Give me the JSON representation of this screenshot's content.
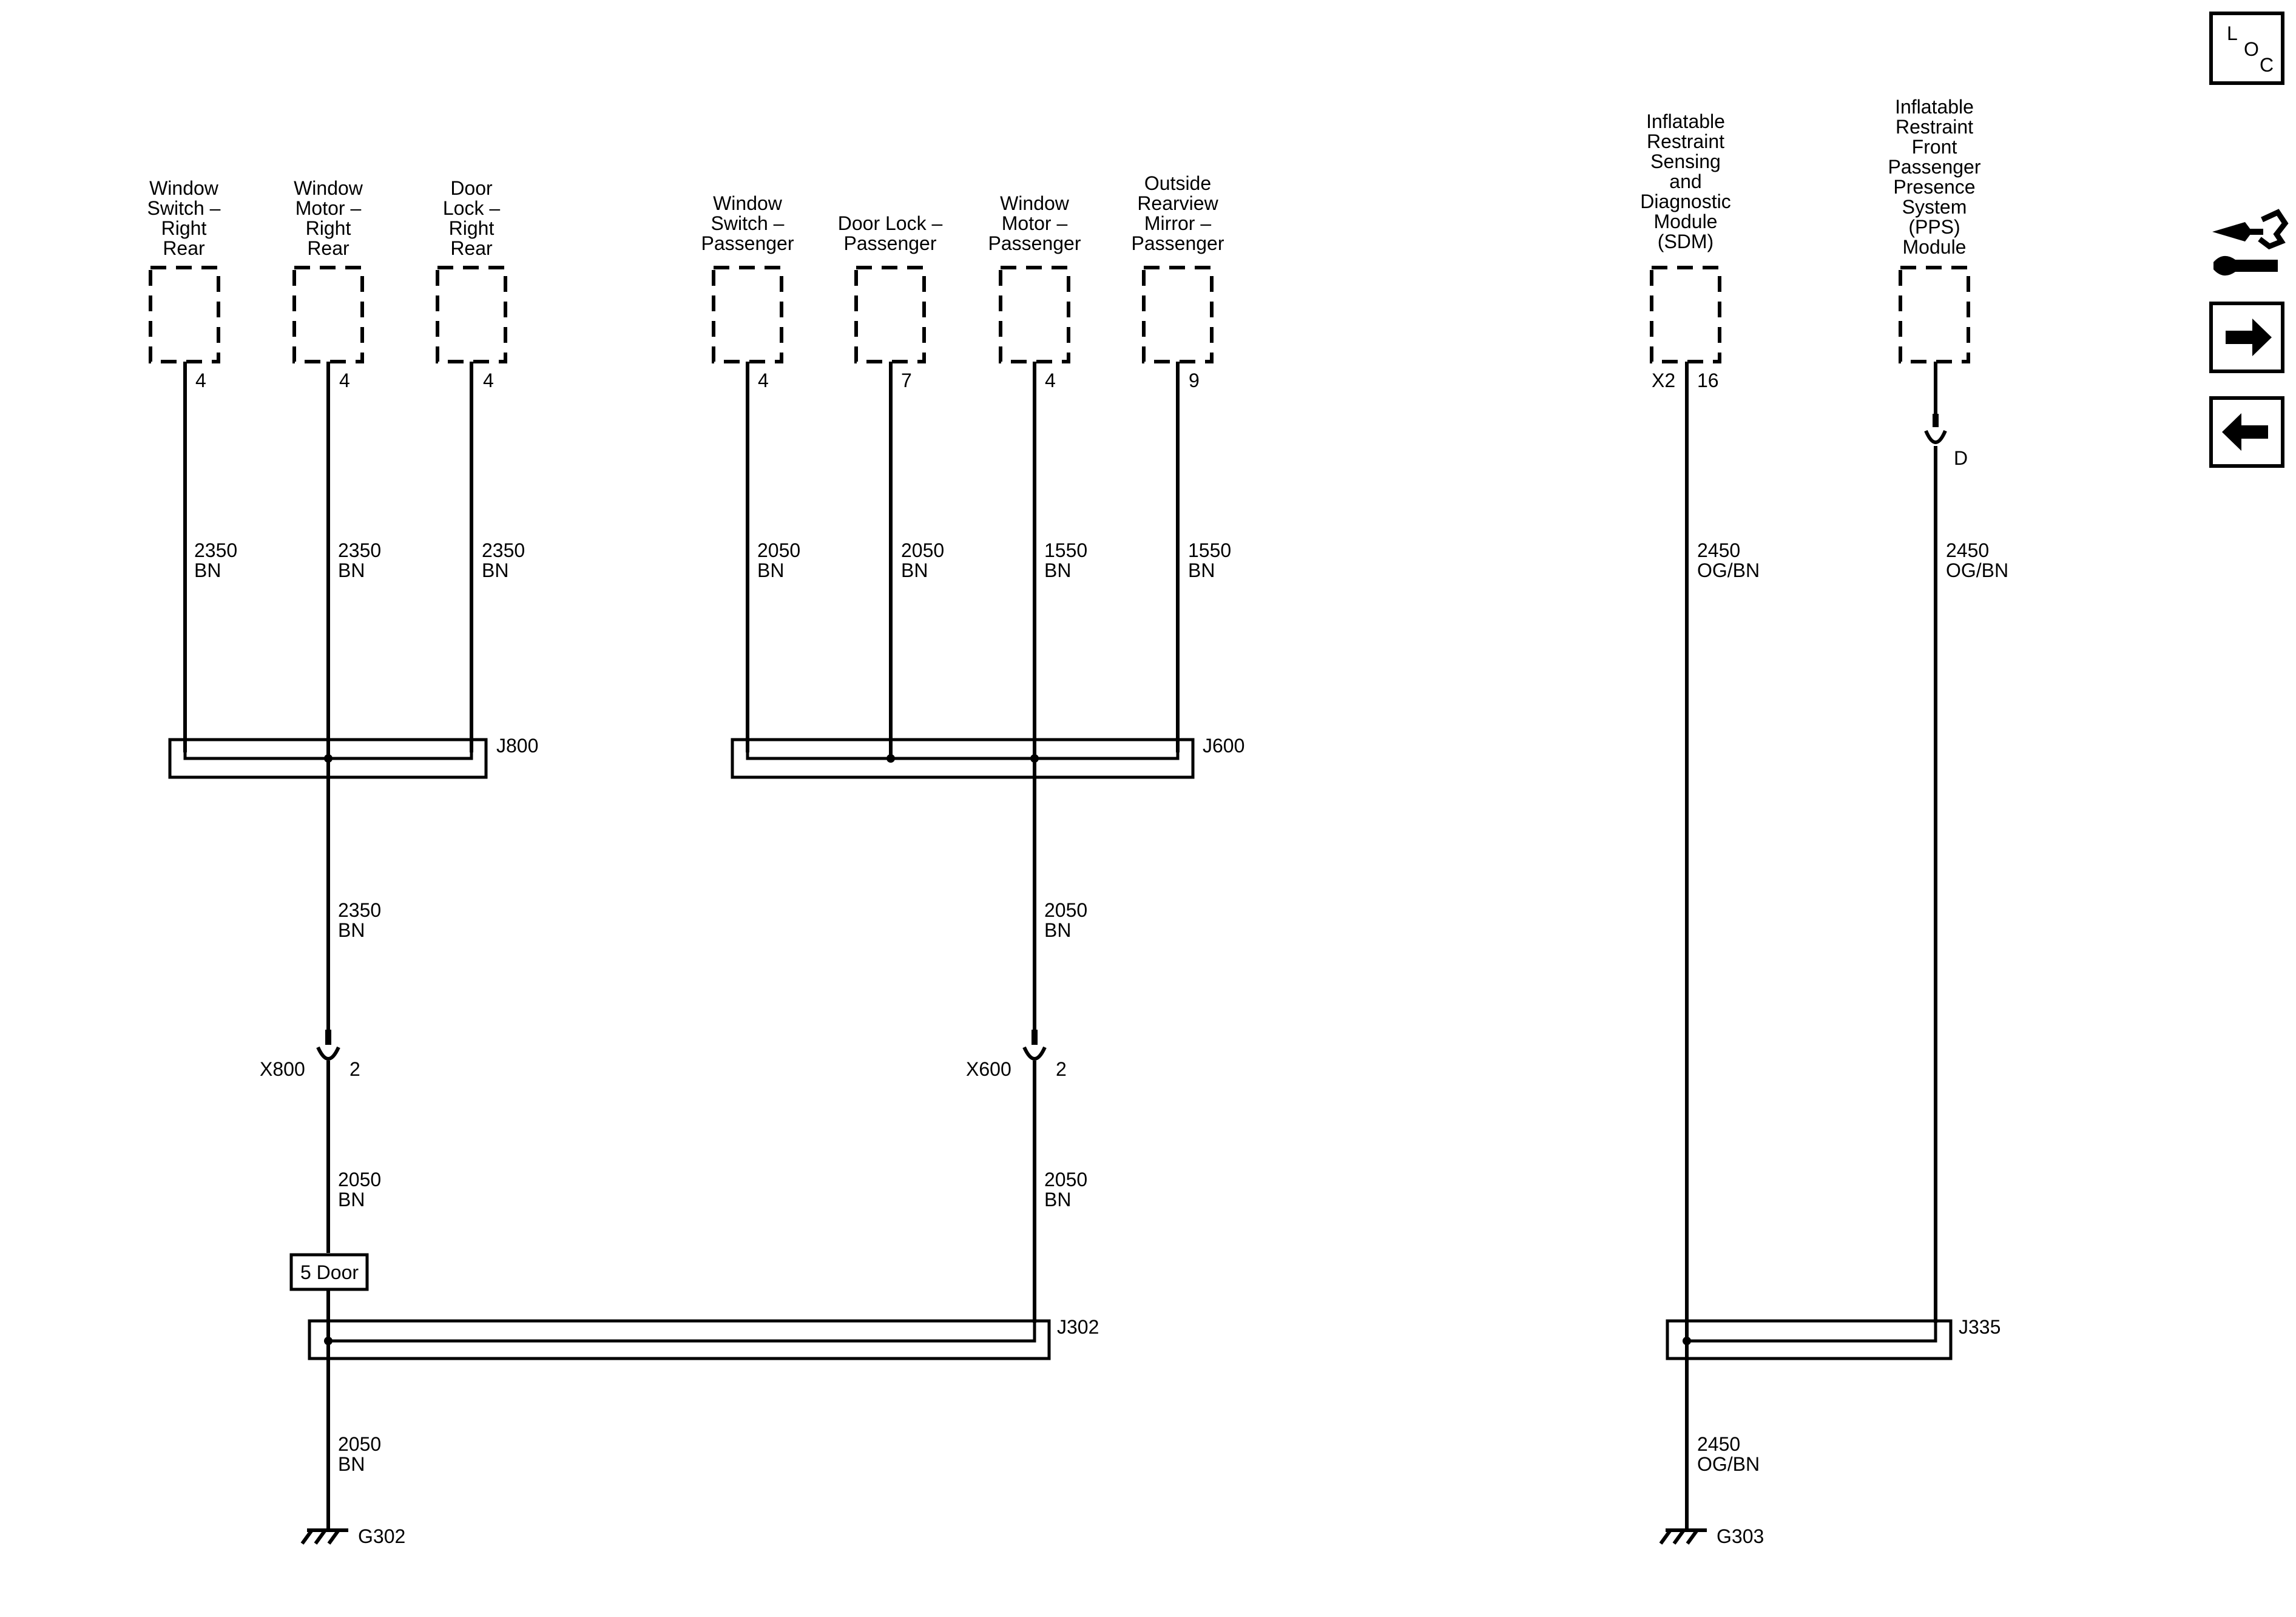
{
  "nav": {
    "loc": {
      "l": "L",
      "o": "O",
      "c": "C"
    }
  },
  "icons": [
    "loc-icon",
    "connector-end-view-icon",
    "arrow-right-icon",
    "arrow-left-icon"
  ],
  "components": [
    {
      "id": "window-switch-right-rear",
      "lines": [
        "Window",
        "Switch –",
        "Right",
        "Rear"
      ],
      "pin": "4"
    },
    {
      "id": "window-motor-right-rear",
      "lines": [
        "Window",
        "Motor –",
        "Right",
        "Rear"
      ],
      "pin": "4"
    },
    {
      "id": "door-lock-right-rear",
      "lines": [
        "Door",
        "Lock –",
        "Right",
        "Rear"
      ],
      "pin": "4"
    },
    {
      "id": "window-switch-passenger",
      "lines": [
        "Window",
        "Switch –",
        "Passenger"
      ],
      "pin": "4"
    },
    {
      "id": "door-lock-passenger",
      "lines": [
        "Door Lock –",
        "Passenger"
      ],
      "pin": "7"
    },
    {
      "id": "window-motor-passenger",
      "lines": [
        "Window",
        "Motor –",
        "Passenger"
      ],
      "pin": "4"
    },
    {
      "id": "outside-rearview-mirror-passenger",
      "lines": [
        "Outside",
        "Rearview",
        "Mirror –",
        "Passenger"
      ],
      "pin": "9"
    },
    {
      "id": "sdm",
      "lines": [
        "Inflatable",
        "Restraint",
        "Sensing",
        "and",
        "Diagnostic",
        "Module",
        "(SDM)"
      ],
      "connector": "X2",
      "pin": "16"
    },
    {
      "id": "pps-module",
      "lines": [
        "Inflatable",
        "Restraint",
        "Front",
        "Passenger",
        "Presence",
        "System",
        "(PPS)",
        "Module"
      ],
      "pin": "D"
    }
  ],
  "wires": [
    {
      "size": "2350",
      "color": "BN"
    },
    {
      "size": "2350",
      "color": "BN"
    },
    {
      "size": "2350",
      "color": "BN"
    },
    {
      "size": "2050",
      "color": "BN"
    },
    {
      "size": "2050",
      "color": "BN"
    },
    {
      "size": "1550",
      "color": "BN"
    },
    {
      "size": "1550",
      "color": "BN"
    },
    {
      "size": "2450",
      "color": "OG/BN"
    },
    {
      "size": "2450",
      "color": "OG/BN"
    },
    {
      "size": "2350",
      "color": "BN"
    },
    {
      "size": "2050",
      "color": "BN"
    },
    {
      "size": "2050",
      "color": "BN"
    },
    {
      "size": "2050",
      "color": "BN"
    },
    {
      "size": "2050",
      "color": "BN"
    },
    {
      "size": "2450",
      "color": "OG/BN"
    }
  ],
  "splices": [
    "J800",
    "J600",
    "J302",
    "J335"
  ],
  "inline_connectors": [
    {
      "name": "X800",
      "pin": "2"
    },
    {
      "name": "X600",
      "pin": "2"
    }
  ],
  "option_label": "5 Door",
  "grounds": [
    "G302",
    "G303"
  ]
}
